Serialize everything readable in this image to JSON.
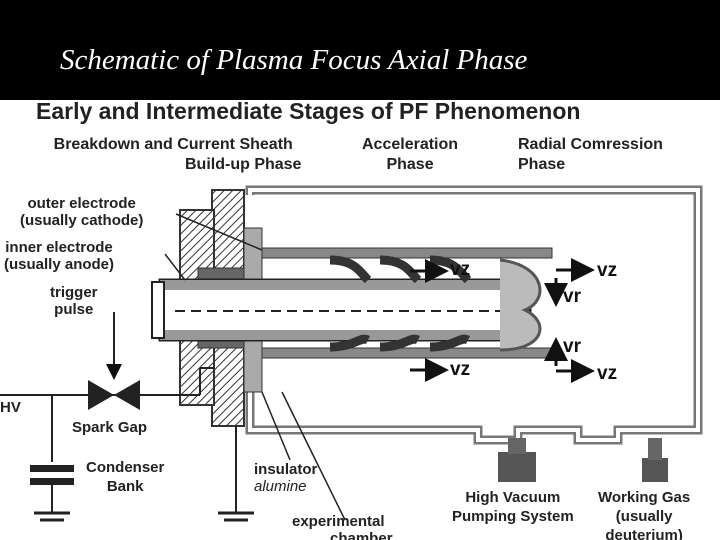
{
  "slide": {
    "title": "Schematic of Plasma Focus Axial Phase"
  },
  "diagram": {
    "heading": "Early and Intermediate Stages of PF Phenomenon",
    "phases": [
      {
        "line1": "Breakdown and Current Sheath",
        "line2": "Build-up Phase"
      },
      {
        "line1": "Acceleration",
        "line2": "Phase"
      },
      {
        "line1": "Radial Comression",
        "line2": "Phase"
      }
    ],
    "labels": {
      "outer_electrode": "outer electrode",
      "outer_electrode_note": "(usually cathode)",
      "inner_electrode": "inner electrode",
      "inner_electrode_note": "(usually anode)",
      "trigger": "trigger",
      "trigger_pulse": "pulse",
      "hv": "HV",
      "spark_gap": "Spark Gap",
      "condenser": "Condenser",
      "bank": "Bank",
      "insulator": "insulator",
      "insulator_material": "alumine",
      "experimental": "experimental",
      "chamber": "chamber",
      "high_vacuum": "High Vacuum",
      "pumping_system": "Pumping System",
      "working_gas": "Working Gas",
      "working_gas_note": "(usually",
      "working_gas_note2": "deuterium)"
    },
    "velocity_labels": {
      "vz_top": "vz",
      "vz_bottom": "vz",
      "vz_right_top": "vz",
      "vz_right_bottom": "vz",
      "vr_top": "vr",
      "vr_bottom": "vr"
    }
  }
}
